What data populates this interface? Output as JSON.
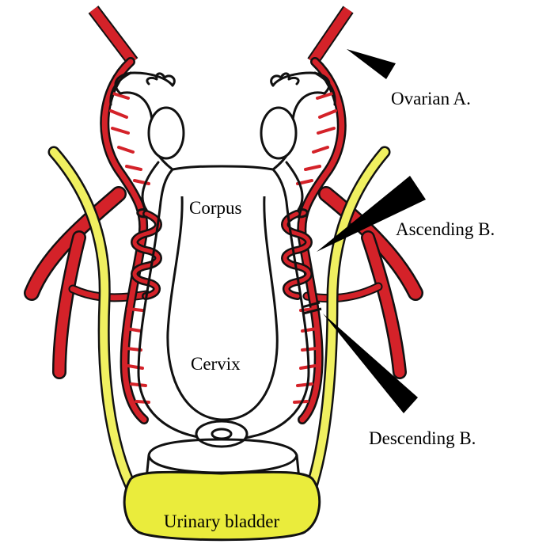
{
  "labels": {
    "ovarian": "Ovarian A.",
    "ascending": "Ascending B.",
    "descending": "Descending B.",
    "corpus": "Corpus",
    "cervix": "Cervix",
    "bladder": "Urinary bladder"
  },
  "colors": {
    "artery": "#d42229",
    "ureter": "#f0f060",
    "bladder": "#eaec3c",
    "outline": "#111111",
    "pointer": "#000000"
  }
}
